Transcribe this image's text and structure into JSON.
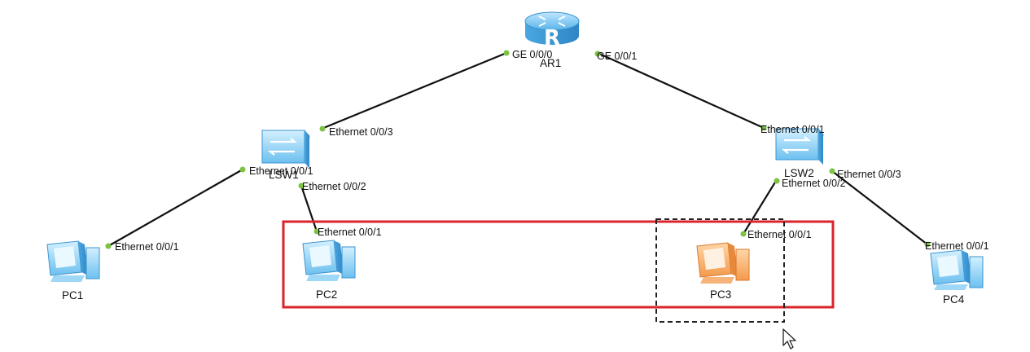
{
  "devices": {
    "ar1": {
      "label": "AR1",
      "icon": "router-icon",
      "color": "#5ab4ea"
    },
    "lsw1": {
      "label": "LSW1",
      "icon": "switch-icon",
      "color": "#6fc3f2"
    },
    "lsw2": {
      "label": "LSW2",
      "icon": "switch-icon",
      "color": "#6fc3f2"
    },
    "pc1": {
      "label": "PC1",
      "icon": "pc-icon",
      "color": "#6fc3f2"
    },
    "pc2": {
      "label": "PC2",
      "icon": "pc-icon",
      "color": "#6fc3f2"
    },
    "pc3": {
      "label": "PC3",
      "icon": "pc-icon",
      "color": "#f5a25a",
      "selected": true
    },
    "pc4": {
      "label": "PC4",
      "icon": "pc-icon",
      "color": "#6fc3f2"
    }
  },
  "ports": {
    "ar1_ge000": "GE 0/0/0",
    "ar1_ge001": "GE 0/0/1",
    "lsw1_e003": "Ethernet 0/0/3",
    "lsw1_e001": "Ethernet 0/0/1",
    "lsw1_e002": "Ethernet 0/0/2",
    "pc1_e001": "Ethernet 0/0/1",
    "pc2_e001": "Ethernet 0/0/1",
    "lsw2_e001": "Ethernet 0/0/1",
    "lsw2_e002": "Ethernet 0/0/2",
    "lsw2_e003": "Ethernet 0/0/3",
    "pc3_e001": "Ethernet 0/0/1",
    "pc4_e001": "Ethernet 0/0/1"
  },
  "colors": {
    "link": "#111111",
    "port_dot": "#7cc243",
    "highlight_box": "#d9252b",
    "selection_box": "#222222"
  },
  "cursor_icon": "mouse-pointer-icon"
}
